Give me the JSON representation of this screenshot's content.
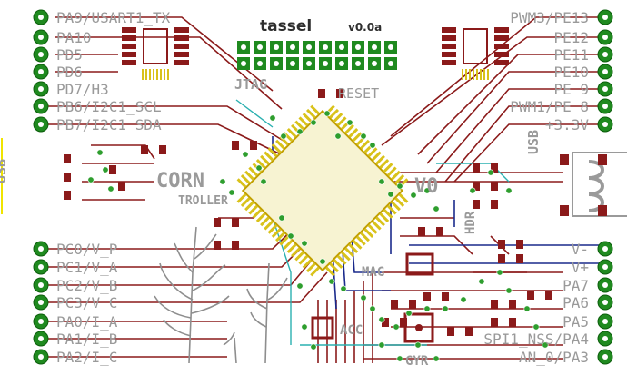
{
  "board": {
    "title": "tassel",
    "version": "v0.0a",
    "logo_line1": "CORN",
    "logo_line2": "TROLLER",
    "v0_mark": "V0"
  },
  "labels": {
    "jtag": "JTAG",
    "reset": "RESET",
    "usb_left": "USB",
    "usb_right": "USB",
    "hdr": "HDR",
    "mag": "MAG",
    "acc": "ACC",
    "gyr": "GYR"
  },
  "left_pins_top": [
    "PA9/USART1_TX",
    "PA10",
    "PD5",
    "PD6",
    "PD7/H3",
    "PB6/I2C1_SCL",
    "PB7/I2C1_SDA"
  ],
  "left_pins_bottom": [
    "PC0/V_P",
    "PC1/V_A",
    "PC2/V_B",
    "PC3/V_C",
    "PA0/I_A",
    "PA1/I_B",
    "PA2/I_C"
  ],
  "right_pins_top": [
    "PWM3/PE13",
    "PE12",
    "PE11",
    "PE10",
    "PE 9",
    "PWM1/PE 8",
    "+3.3V"
  ],
  "right_pins_bottom": [
    "V-",
    "V+",
    "PA7",
    "PA6",
    "PA5",
    "SPI1_NSS/PA4",
    "AN_0/PA3"
  ],
  "colors": {
    "top_copper": "#8b1a1a",
    "bottom_copper": "#1a2a8c",
    "trace_cyan": "#2ab0b0",
    "pad_gold": "#d9c21a",
    "via_green": "#2e9e2e",
    "connector_green": "#1f8a1f",
    "silkscreen": "#9a9a9a",
    "usb_outline": "#f0e400"
  }
}
